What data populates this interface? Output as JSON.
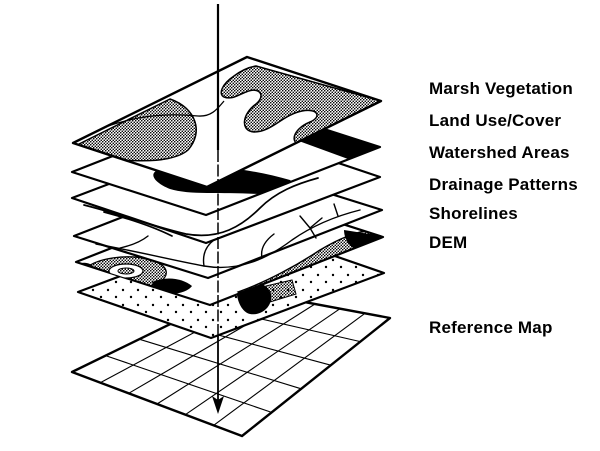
{
  "diagram": {
    "title": "",
    "layers": [
      {
        "id": "marsh",
        "label": "Marsh Vegetation"
      },
      {
        "id": "landuse",
        "label": "Land Use/Cover"
      },
      {
        "id": "watershed",
        "label": "Watershed Areas"
      },
      {
        "id": "drainage",
        "label": "Drainage Patterns"
      },
      {
        "id": "shorelines",
        "label": "Shorelines"
      },
      {
        "id": "dem",
        "label": "DEM"
      },
      {
        "id": "reference",
        "label": "Reference Map"
      }
    ],
    "colors": {
      "ink": "#000000",
      "paper": "#ffffff"
    }
  }
}
